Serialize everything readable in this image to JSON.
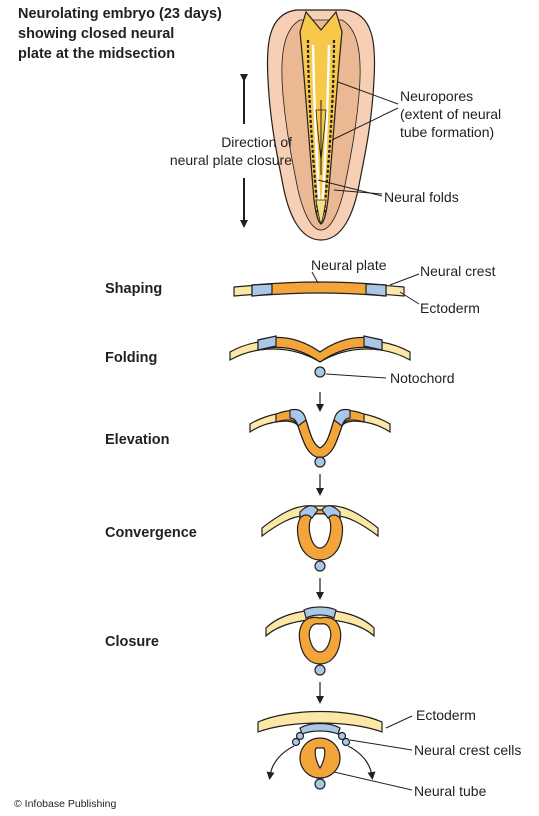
{
  "title": "Neurolating embryo (23 days)\nshowing closed neural\nplate at the midsection",
  "direction_label": "Direction of\nneural plate closure",
  "embryo_labels": {
    "neuropores": "Neuropores\n(extent of neural\ntube formation)",
    "neural_folds": "Neural folds"
  },
  "stages": {
    "shaping": "Shaping",
    "folding": "Folding",
    "elevation": "Elevation",
    "convergence": "Convergence",
    "closure": "Closure"
  },
  "cross_section_labels": {
    "neural_plate": "Neural plate",
    "neural_crest": "Neural crest",
    "ectoderm_top": "Ectoderm",
    "notochord": "Notochord",
    "ectoderm_bottom": "Ectoderm",
    "neural_crest_cells": "Neural crest cells",
    "neural_tube": "Neural tube"
  },
  "credit": "© Infobase Publishing",
  "colors": {
    "plate_orange": "#f3a53a",
    "crest_blue": "#a9c8e8",
    "ectoderm_yellow": "#fbe7a6",
    "outline": "#231f20",
    "embryo_skin": "#f6cfb4",
    "embryo_fold": "#e8b48f",
    "embryo_yellow": "#f7c84a"
  }
}
